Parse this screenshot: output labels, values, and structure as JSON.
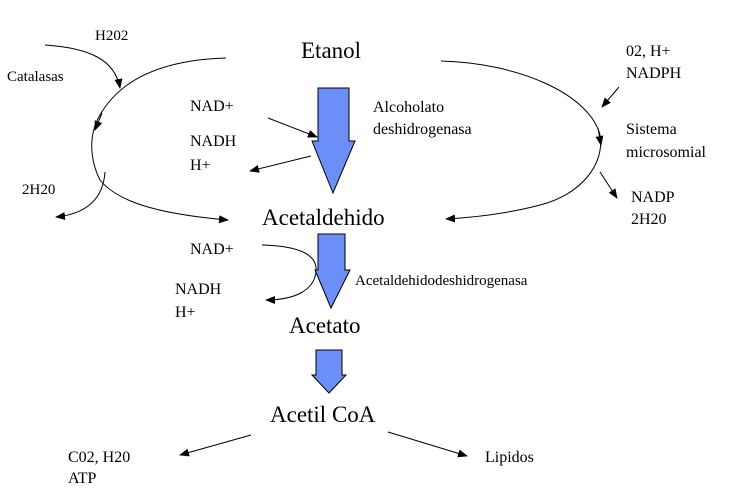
{
  "diagram": {
    "title": "Metabolismo del etanol",
    "colors": {
      "enzyme_arrow_fill": "#6b8ef7",
      "enzyme_arrow_stroke": "#000000",
      "line": "#000000"
    },
    "nodes": {
      "etanol": "Etanol",
      "acetaldehido": "Acetaldehido",
      "acetato": "Acetato",
      "acetil_coa": "Acetil CoA"
    },
    "catalasa_path": {
      "enzyme": "Catalasas",
      "input": "H202",
      "output": "2H20"
    },
    "adh_path": {
      "enzyme_line1": "Alcoholato",
      "enzyme_line2": "deshidrogenasa",
      "cofactor_in": "NAD+",
      "cofactor_out_line1": "NADH",
      "cofactor_out_line2": "H+"
    },
    "microsomal_path": {
      "enzyme_line1": "Sistema",
      "enzyme_line2": "microsomial",
      "input_line1": "02, H+",
      "input_line2": "NADPH",
      "output_line1": "NADP",
      "output_line2": "2H20"
    },
    "aldh_path": {
      "enzyme": "Acetaldehidodeshidrogenasa",
      "cofactor_in": "NAD+",
      "cofactor_out_line1": "NADH",
      "cofactor_out_line2": "H+"
    },
    "acetil_coa_products": {
      "left_line1": "C02, H20",
      "left_line2": "ATP",
      "right": "Lipidos"
    }
  }
}
